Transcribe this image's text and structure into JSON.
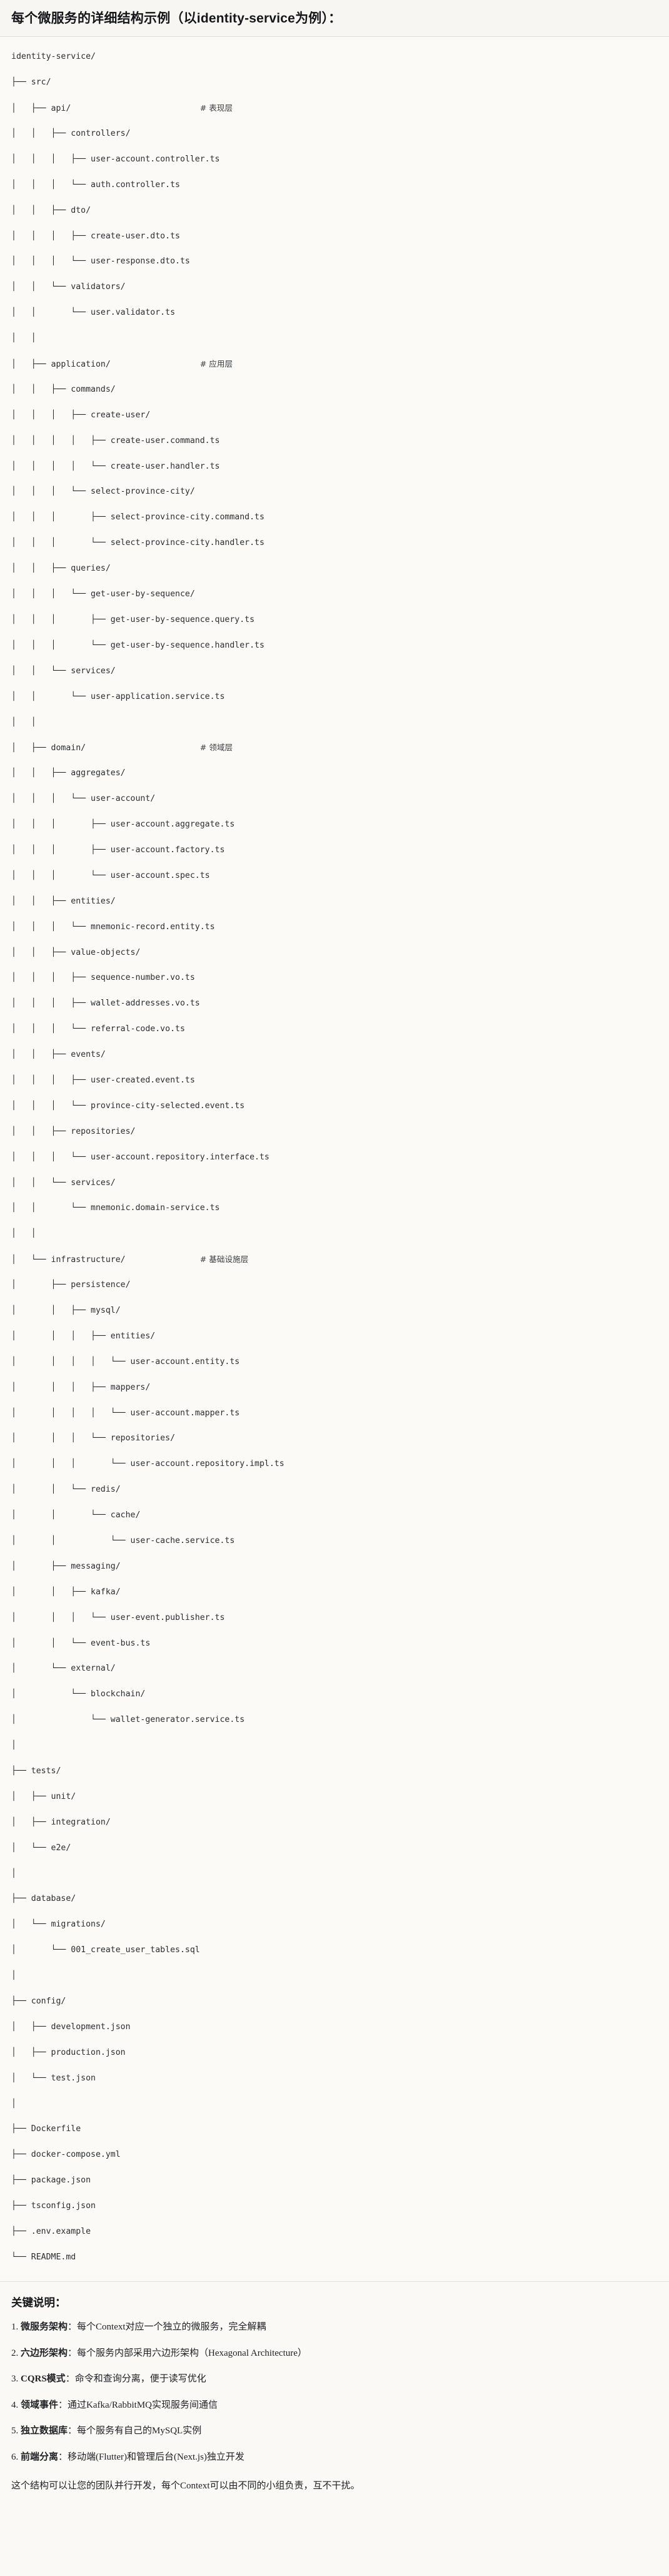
{
  "document": {
    "title": "每个微服务的详细结构示例（以identity-service为例）："
  },
  "tree": {
    "root_label": "identity-service/",
    "comments": {
      "api": "# 表现层",
      "application": "# 应用层",
      "domain": "# 领域层",
      "infrastructure": "# 基础设施层"
    },
    "lines": [
      {
        "prefix": "",
        "text": "identity-service/",
        "comment": ""
      },
      {
        "prefix": "├── ",
        "text": "src/",
        "comment": ""
      },
      {
        "prefix": "│   ├── ",
        "text": "api/",
        "comment": "# 表现层"
      },
      {
        "prefix": "│   │   ├── ",
        "text": "controllers/",
        "comment": ""
      },
      {
        "prefix": "│   │   │   ├── ",
        "text": "user-account.controller.ts",
        "comment": ""
      },
      {
        "prefix": "│   │   │   └── ",
        "text": "auth.controller.ts",
        "comment": ""
      },
      {
        "prefix": "│   │   ├── ",
        "text": "dto/",
        "comment": ""
      },
      {
        "prefix": "│   │   │   ├── ",
        "text": "create-user.dto.ts",
        "comment": ""
      },
      {
        "prefix": "│   │   │   └── ",
        "text": "user-response.dto.ts",
        "comment": ""
      },
      {
        "prefix": "│   │   └── ",
        "text": "validators/",
        "comment": ""
      },
      {
        "prefix": "│   │       └── ",
        "text": "user.validator.ts",
        "comment": ""
      },
      {
        "prefix": "│   │",
        "text": "",
        "comment": ""
      },
      {
        "prefix": "│   ├── ",
        "text": "application/",
        "comment": "# 应用层"
      },
      {
        "prefix": "│   │   ├── ",
        "text": "commands/",
        "comment": ""
      },
      {
        "prefix": "│   │   │   ├── ",
        "text": "create-user/",
        "comment": ""
      },
      {
        "prefix": "│   │   │   │   ├── ",
        "text": "create-user.command.ts",
        "comment": ""
      },
      {
        "prefix": "│   │   │   │   └── ",
        "text": "create-user.handler.ts",
        "comment": ""
      },
      {
        "prefix": "│   │   │   └── ",
        "text": "select-province-city/",
        "comment": ""
      },
      {
        "prefix": "│   │   │       ├── ",
        "text": "select-province-city.command.ts",
        "comment": ""
      },
      {
        "prefix": "│   │   │       └── ",
        "text": "select-province-city.handler.ts",
        "comment": ""
      },
      {
        "prefix": "│   │   ├── ",
        "text": "queries/",
        "comment": ""
      },
      {
        "prefix": "│   │   │   └── ",
        "text": "get-user-by-sequence/",
        "comment": ""
      },
      {
        "prefix": "│   │   │       ├── ",
        "text": "get-user-by-sequence.query.ts",
        "comment": ""
      },
      {
        "prefix": "│   │   │       └── ",
        "text": "get-user-by-sequence.handler.ts",
        "comment": ""
      },
      {
        "prefix": "│   │   └── ",
        "text": "services/",
        "comment": ""
      },
      {
        "prefix": "│   │       └── ",
        "text": "user-application.service.ts",
        "comment": ""
      },
      {
        "prefix": "│   │",
        "text": "",
        "comment": ""
      },
      {
        "prefix": "│   ├── ",
        "text": "domain/",
        "comment": "# 领域层"
      },
      {
        "prefix": "│   │   ├── ",
        "text": "aggregates/",
        "comment": ""
      },
      {
        "prefix": "│   │   │   └── ",
        "text": "user-account/",
        "comment": ""
      },
      {
        "prefix": "│   │   │       ├── ",
        "text": "user-account.aggregate.ts",
        "comment": ""
      },
      {
        "prefix": "│   │   │       ├── ",
        "text": "user-account.factory.ts",
        "comment": ""
      },
      {
        "prefix": "│   │   │       └── ",
        "text": "user-account.spec.ts",
        "comment": ""
      },
      {
        "prefix": "│   │   ├── ",
        "text": "entities/",
        "comment": ""
      },
      {
        "prefix": "│   │   │   └── ",
        "text": "mnemonic-record.entity.ts",
        "comment": ""
      },
      {
        "prefix": "│   │   ├── ",
        "text": "value-objects/",
        "comment": ""
      },
      {
        "prefix": "│   │   │   ├── ",
        "text": "sequence-number.vo.ts",
        "comment": ""
      },
      {
        "prefix": "│   │   │   ├── ",
        "text": "wallet-addresses.vo.ts",
        "comment": ""
      },
      {
        "prefix": "│   │   │   └── ",
        "text": "referral-code.vo.ts",
        "comment": ""
      },
      {
        "prefix": "│   │   ├── ",
        "text": "events/",
        "comment": ""
      },
      {
        "prefix": "│   │   │   ├── ",
        "text": "user-created.event.ts",
        "comment": ""
      },
      {
        "prefix": "│   │   │   └── ",
        "text": "province-city-selected.event.ts",
        "comment": ""
      },
      {
        "prefix": "│   │   ├── ",
        "text": "repositories/",
        "comment": ""
      },
      {
        "prefix": "│   │   │   └── ",
        "text": "user-account.repository.interface.ts",
        "comment": ""
      },
      {
        "prefix": "│   │   └── ",
        "text": "services/",
        "comment": ""
      },
      {
        "prefix": "│   │       └── ",
        "text": "mnemonic.domain-service.ts",
        "comment": ""
      },
      {
        "prefix": "│   │",
        "text": "",
        "comment": ""
      },
      {
        "prefix": "│   └── ",
        "text": "infrastructure/",
        "comment": "# 基础设施层"
      },
      {
        "prefix": "│       ├── ",
        "text": "persistence/",
        "comment": ""
      },
      {
        "prefix": "│       │   ├── ",
        "text": "mysql/",
        "comment": ""
      },
      {
        "prefix": "│       │   │   ├── ",
        "text": "entities/",
        "comment": ""
      },
      {
        "prefix": "│       │   │   │   └── ",
        "text": "user-account.entity.ts",
        "comment": ""
      },
      {
        "prefix": "│       │   │   ├── ",
        "text": "mappers/",
        "comment": ""
      },
      {
        "prefix": "│       │   │   │   └── ",
        "text": "user-account.mapper.ts",
        "comment": ""
      },
      {
        "prefix": "│       │   │   └── ",
        "text": "repositories/",
        "comment": ""
      },
      {
        "prefix": "│       │   │       └── ",
        "text": "user-account.repository.impl.ts",
        "comment": ""
      },
      {
        "prefix": "│       │   └── ",
        "text": "redis/",
        "comment": ""
      },
      {
        "prefix": "│       │       └── ",
        "text": "cache/",
        "comment": ""
      },
      {
        "prefix": "│       │           └── ",
        "text": "user-cache.service.ts",
        "comment": ""
      },
      {
        "prefix": "│       ├── ",
        "text": "messaging/",
        "comment": ""
      },
      {
        "prefix": "│       │   ├── ",
        "text": "kafka/",
        "comment": ""
      },
      {
        "prefix": "│       │   │   └── ",
        "text": "user-event.publisher.ts",
        "comment": ""
      },
      {
        "prefix": "│       │   └── ",
        "text": "event-bus.ts",
        "comment": ""
      },
      {
        "prefix": "│       └── ",
        "text": "external/",
        "comment": ""
      },
      {
        "prefix": "│           └── ",
        "text": "blockchain/",
        "comment": ""
      },
      {
        "prefix": "│               └── ",
        "text": "wallet-generator.service.ts",
        "comment": ""
      },
      {
        "prefix": "│",
        "text": "",
        "comment": ""
      },
      {
        "prefix": "├── ",
        "text": "tests/",
        "comment": ""
      },
      {
        "prefix": "│   ├── ",
        "text": "unit/",
        "comment": ""
      },
      {
        "prefix": "│   ├── ",
        "text": "integration/",
        "comment": ""
      },
      {
        "prefix": "│   └── ",
        "text": "e2e/",
        "comment": ""
      },
      {
        "prefix": "│",
        "text": "",
        "comment": ""
      },
      {
        "prefix": "├── ",
        "text": "database/",
        "comment": ""
      },
      {
        "prefix": "│   └── ",
        "text": "migrations/",
        "comment": ""
      },
      {
        "prefix": "│       └── ",
        "text": "001_create_user_tables.sql",
        "comment": ""
      },
      {
        "prefix": "│",
        "text": "",
        "comment": ""
      },
      {
        "prefix": "├── ",
        "text": "config/",
        "comment": ""
      },
      {
        "prefix": "│   ├── ",
        "text": "development.json",
        "comment": ""
      },
      {
        "prefix": "│   ├── ",
        "text": "production.json",
        "comment": ""
      },
      {
        "prefix": "│   └── ",
        "text": "test.json",
        "comment": ""
      },
      {
        "prefix": "│",
        "text": "",
        "comment": ""
      },
      {
        "prefix": "├── ",
        "text": "Dockerfile",
        "comment": ""
      },
      {
        "prefix": "├── ",
        "text": "docker-compose.yml",
        "comment": ""
      },
      {
        "prefix": "├── ",
        "text": "package.json",
        "comment": ""
      },
      {
        "prefix": "├── ",
        "text": "tsconfig.json",
        "comment": ""
      },
      {
        "prefix": "├── ",
        "text": ".env.example",
        "comment": ""
      },
      {
        "prefix": "└── ",
        "text": "README.md",
        "comment": ""
      }
    ]
  },
  "notes": {
    "heading": "关键说明：",
    "items": [
      {
        "num": "1.",
        "term": "微服务架构",
        "colon": "：",
        "desc": "每个Context对应一个独立的微服务，完全解耦"
      },
      {
        "num": "2.",
        "term": "六边形架构",
        "colon": "：",
        "desc": "每个服务内部采用六边形架构（Hexagonal Architecture）"
      },
      {
        "num": "3.",
        "term": "CQRS模式",
        "colon": "：",
        "desc": "命令和查询分离，便于读写优化"
      },
      {
        "num": "4.",
        "term": "领域事件",
        "colon": "：",
        "desc": "通过Kafka/RabbitMQ实现服务间通信"
      },
      {
        "num": "5.",
        "term": "独立数据库",
        "colon": "：",
        "desc": "每个服务有自己的MySQL实例"
      },
      {
        "num": "6.",
        "term": "前端分离",
        "colon": "：",
        "desc": "移动端(Flutter)和管理后台(Next.js)独立开发"
      }
    ],
    "closing": "这个结构可以让您的团队并行开发，每个Context可以由不同的小组负责，互不干扰。"
  },
  "colors": {
    "page_background": "#faf9f6",
    "title_background": "#f7f6f2",
    "text": "#1f2024",
    "tree_text": "#2b2d31",
    "rule": "#e3e1db"
  }
}
